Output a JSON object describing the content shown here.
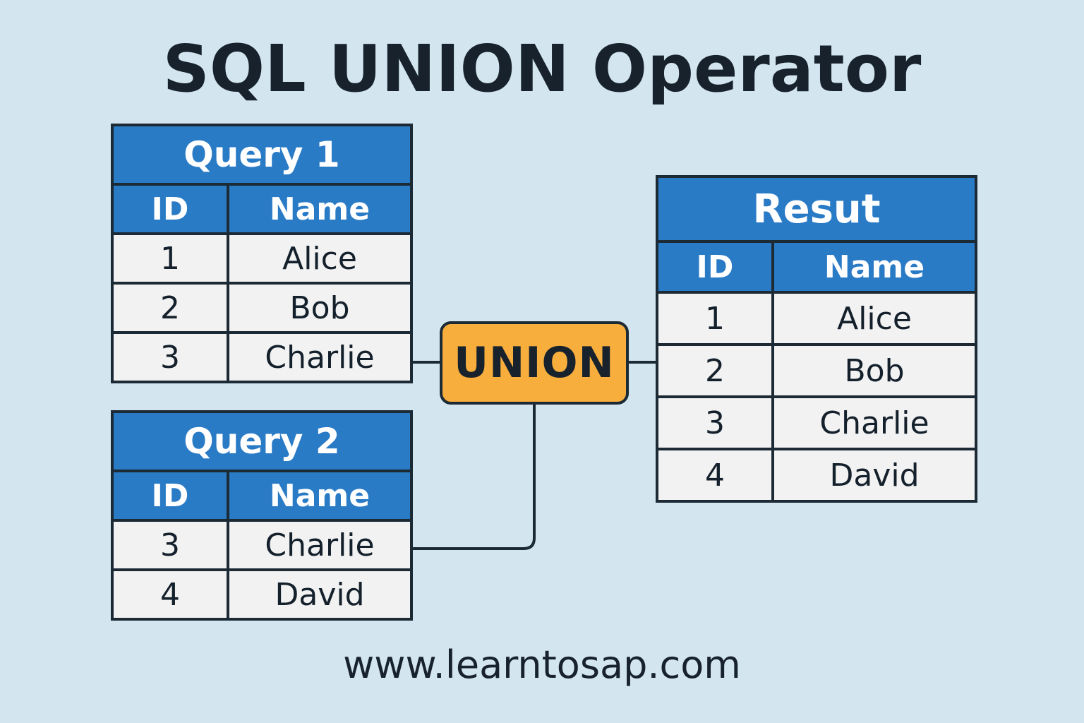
{
  "title": "SQL UNION Operator",
  "footer": "www.learntosap.com",
  "colors": {
    "background": "#d3e6f0",
    "header_blue": "#2a7bc6",
    "union_orange": "#f7ae3d",
    "cell_gray": "#f2f2f2",
    "border_dark": "#1c2a35"
  },
  "operator": {
    "label": "UNION"
  },
  "tables": {
    "query1": {
      "caption": "Query 1",
      "columns": [
        "ID",
        "Name"
      ],
      "rows": [
        [
          "1",
          "Alice"
        ],
        [
          "2",
          "Bob"
        ],
        [
          "3",
          "Charlie"
        ]
      ]
    },
    "query2": {
      "caption": "Query 2",
      "columns": [
        "ID",
        "Name"
      ],
      "rows": [
        [
          "3",
          "Charlie"
        ],
        [
          "4",
          "David"
        ]
      ]
    },
    "result": {
      "caption": "Resut",
      "columns": [
        "ID",
        "Name"
      ],
      "rows": [
        [
          "1",
          "Alice"
        ],
        [
          "2",
          "Bob"
        ],
        [
          "3",
          "Charlie"
        ],
        [
          "4",
          "David"
        ]
      ]
    }
  }
}
